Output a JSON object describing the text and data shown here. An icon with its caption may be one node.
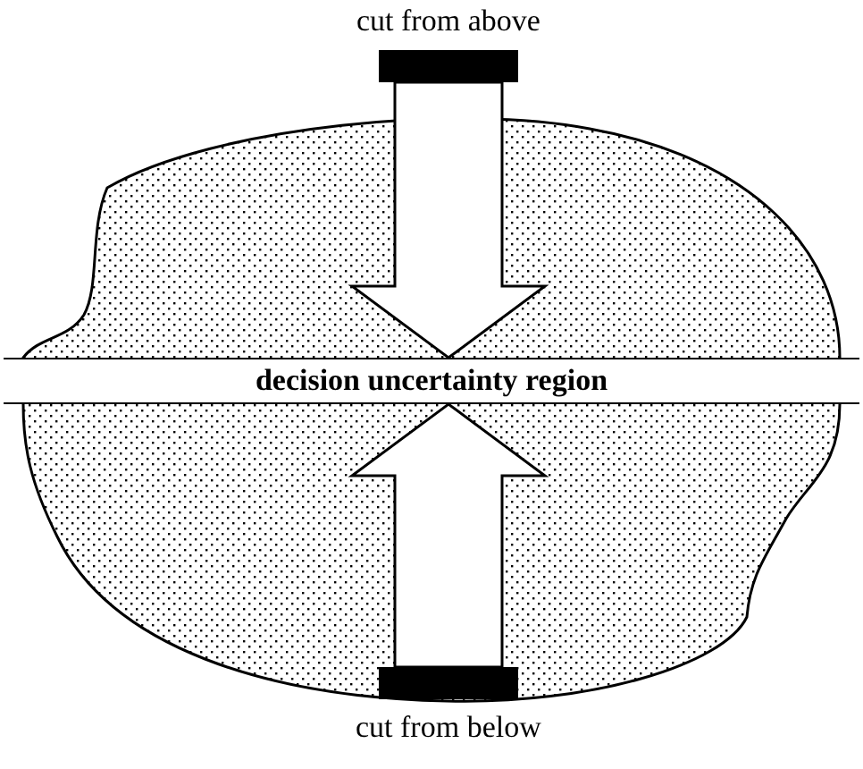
{
  "diagram": {
    "nodes": [
      {
        "text": [],
        "shape": "bar",
        "beside": [
          "cut from above"
        ]
      },
      {
        "text": [
          "decision uncertainty region"
        ]
      },
      {
        "text": [],
        "shape": "bar",
        "beside": [
          "cut from below"
        ]
      }
    ],
    "edges": [
      {
        "from": 0,
        "to": 1,
        "arrow": "to"
      },
      {
        "from": 2,
        "to": 1,
        "arrow": "to"
      }
    ]
  }
}
